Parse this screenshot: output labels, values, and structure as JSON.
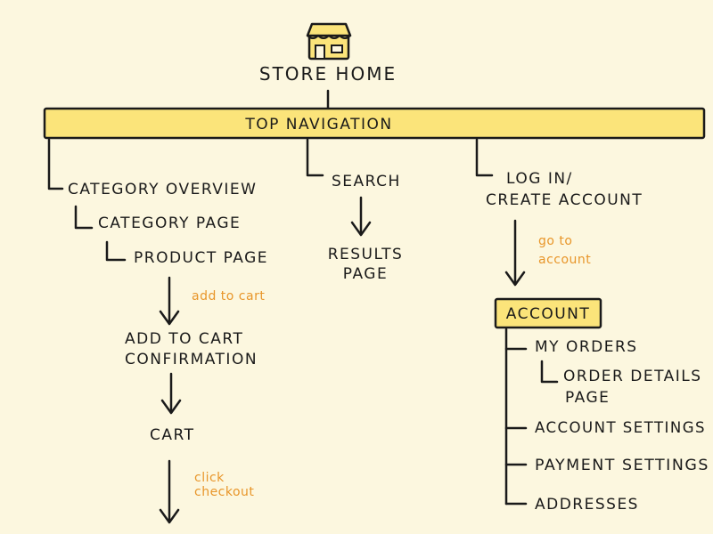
{
  "nodes": {
    "store_home": "STORE HOME",
    "top_navigation": "TOP NAVIGATION",
    "category_overview": "CATEGORY OVERVIEW",
    "category_page": "CATEGORY PAGE",
    "product_page": "PRODUCT PAGE",
    "add_to_cart_confirmation_1": "ADD TO CART",
    "add_to_cart_confirmation_2": "CONFIRMATION",
    "cart": "CART",
    "search": "SEARCH",
    "results_page_1": "RESULTS",
    "results_page_2": "PAGE",
    "login_1": "LOG IN/",
    "login_2": "CREATE ACCOUNT",
    "account": "ACCOUNT",
    "my_orders": "MY ORDERS",
    "order_details_1": "ORDER DETAILS",
    "order_details_2": "PAGE",
    "account_settings": "ACCOUNT SETTINGS",
    "payment_settings": "PAYMENT SETTINGS",
    "addresses": "ADDRESSES"
  },
  "annotations": {
    "add_to_cart": "add to cart",
    "click_checkout_1": "click",
    "click_checkout_2": "checkout",
    "go_to_account_1": "go to",
    "go_to_account_2": "account"
  },
  "colors": {
    "background": "#fcf7df",
    "highlight": "#fbe47a",
    "annotation": "#e8962a",
    "ink": "#1a1a1a"
  },
  "icons": {
    "store_home": "storefront-icon"
  }
}
